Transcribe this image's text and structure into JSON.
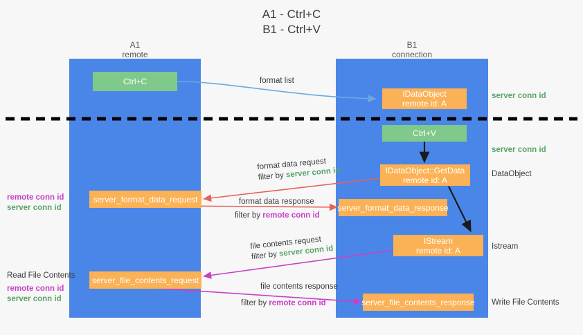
{
  "title": {
    "line1": "A1 - Ctrl+C",
    "line2": "B1 - Ctrl+V"
  },
  "lanes": [
    {
      "name": "A1",
      "sub": "remote"
    },
    {
      "name": "B1",
      "sub": "connection"
    }
  ],
  "boxes": {
    "ctrl_c": {
      "line1": "Ctrl+C"
    },
    "ctrl_v": {
      "line1": "Ctrl+V"
    },
    "idataobject": {
      "line1": "IDataObject",
      "line2": "remote id: A"
    },
    "getdata": {
      "line1": "IDataObject::GetData",
      "line2": "remote id: A"
    },
    "istream": {
      "line1": "IStream",
      "line2": "remote id: A"
    },
    "format_data_request": {
      "line1": "server_format_data_request"
    },
    "format_data_response": {
      "line1": "server_format_data_response"
    },
    "file_contents_request": {
      "line1": "server_file_contents_request"
    },
    "file_contents_response": {
      "line1": "server_file_contents_response"
    }
  },
  "edges": {
    "format_list": {
      "label": "format list"
    },
    "format_data_request": {
      "label": "format data request",
      "filter_prefix": "filter by ",
      "filter_value": "server conn id"
    },
    "format_data_response": {
      "label": "format data response",
      "filter_prefix": "filter by ",
      "filter_value": "remote conn id"
    },
    "file_contents_request": {
      "label": "file contents request",
      "filter_prefix": "filter by ",
      "filter_value": "server conn id"
    },
    "file_contents_response": {
      "label": "file contents response",
      "filter_prefix": "filter by ",
      "filter_value": "remote conn id"
    }
  },
  "right_labels": {
    "server_conn_id_1": "server conn id",
    "server_conn_id_2": "server conn id",
    "dataobject": "DataObject",
    "istream": "Istream",
    "write_file_contents": "Write File Contents"
  },
  "left_labels": {
    "remote_conn_id_1": "remote conn id",
    "server_conn_id_1": "server conn id",
    "read_file_contents": "Read File Contents",
    "remote_conn_id_2": "remote conn id",
    "server_conn_id_2": "server conn id"
  },
  "colors": {
    "lane": "#4a86e8",
    "green_box": "#7fc98a",
    "orange_box": "#fbb155",
    "green_text": "#5aa469",
    "magenta_text": "#c840c8",
    "arrow_blue": "#6fa8dc",
    "arrow_red": "#e8615a",
    "arrow_magenta": "#c840c8",
    "arrow_black": "#1a1a1a",
    "background": "#f7f7f7"
  }
}
